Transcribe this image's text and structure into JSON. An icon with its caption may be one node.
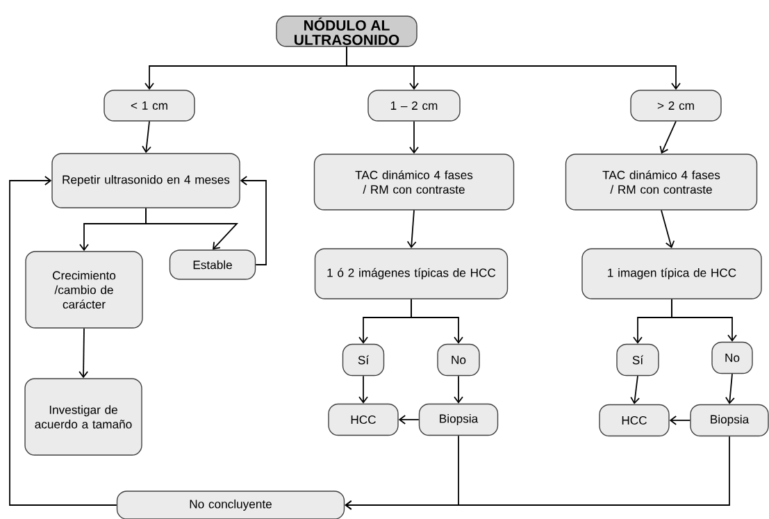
{
  "diagram": {
    "nodes": [
      {
        "text": [
          "NÓDULO AL ULTRASONIDO"
        ]
      },
      {
        "text": [
          "< 1 cm"
        ]
      },
      {
        "text": [
          "1 – 2 cm"
        ]
      },
      {
        "text": [
          "> 2 cm"
        ]
      },
      {
        "text": [
          "Repetir ultrasonido en 4 meses"
        ]
      },
      {
        "text": [
          "Crecimiento /cambio de carácter"
        ]
      },
      {
        "text": [
          "Estable"
        ]
      },
      {
        "text": [
          "Investigar de acuerdo a tamaño"
        ]
      },
      {
        "text": [
          "TAC dinámico 4 fases / RM con contraste"
        ]
      },
      {
        "text": [
          "1 ó 2 imágenes típicas de HCC"
        ]
      },
      {
        "text": [
          "Sí"
        ]
      },
      {
        "text": [
          "No"
        ]
      },
      {
        "text": [
          "HCC"
        ]
      },
      {
        "text": [
          "Biopsia"
        ]
      },
      {
        "text": [
          "TAC dinámico 4 fases / RM con contraste"
        ]
      },
      {
        "text": [
          "1 imagen típica de HCC"
        ]
      },
      {
        "text": [
          "Sí"
        ]
      },
      {
        "text": [
          "No"
        ]
      },
      {
        "text": [
          "HCC"
        ]
      },
      {
        "text": [
          "Biopsia"
        ]
      },
      {
        "text": [
          "No concluyente"
        ]
      }
    ],
    "edges": [
      {
        "from": 0,
        "to": 1,
        "arrow": "to"
      },
      {
        "from": 0,
        "to": 2,
        "arrow": "to"
      },
      {
        "from": 0,
        "to": 3,
        "arrow": "to"
      },
      {
        "from": 1,
        "to": 4,
        "arrow": "to"
      },
      {
        "from": 2,
        "to": 8,
        "arrow": "to"
      },
      {
        "from": 3,
        "to": 14,
        "arrow": "to"
      },
      {
        "from": 4,
        "to": 5,
        "arrow": "to"
      },
      {
        "from": 4,
        "to": 6,
        "arrow": "to"
      },
      {
        "from": 6,
        "to": 4,
        "arrow": "to"
      },
      {
        "from": 5,
        "to": 7,
        "arrow": "to"
      },
      {
        "from": 8,
        "to": 9,
        "arrow": "to"
      },
      {
        "from": 9,
        "to": 10,
        "arrow": "to"
      },
      {
        "from": 9,
        "to": 11,
        "arrow": "to"
      },
      {
        "from": 10,
        "to": 12,
        "arrow": "to"
      },
      {
        "from": 11,
        "to": 13,
        "arrow": "to"
      },
      {
        "from": 13,
        "to": 12,
        "arrow": "to"
      },
      {
        "from": 14,
        "to": 15,
        "arrow": "to"
      },
      {
        "from": 15,
        "to": 16,
        "arrow": "to"
      },
      {
        "from": 15,
        "to": 17,
        "arrow": "to"
      },
      {
        "from": 16,
        "to": 18,
        "arrow": "to"
      },
      {
        "from": 17,
        "to": 19,
        "arrow": "to"
      },
      {
        "from": 19,
        "to": 18,
        "arrow": "to"
      },
      {
        "from": 13,
        "to": 20,
        "arrow": "to"
      },
      {
        "from": 19,
        "to": 20,
        "arrow": "to"
      },
      {
        "from": 20,
        "to": 4,
        "arrow": "to"
      }
    ]
  }
}
